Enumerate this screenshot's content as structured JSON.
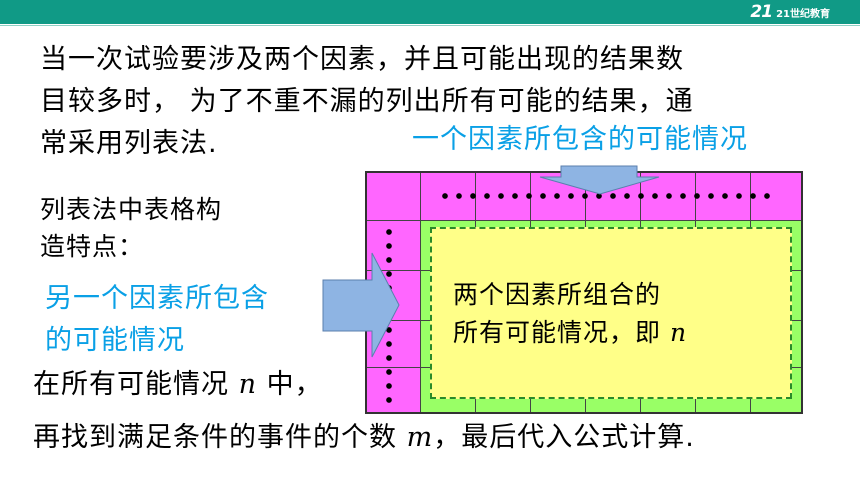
{
  "header": {
    "logo_text": "21世纪教育",
    "logo_mark": "21"
  },
  "colors": {
    "header": "#109a86",
    "accent_blue": "#0aa0e6",
    "table_pink": "#ff66ff",
    "table_green": "#99ff66",
    "table_inner": "#ffff88",
    "arrow": "#8eb4e3"
  },
  "intro": {
    "line1": "当一次试验要涉及两个因素，并且可能出现的结果数",
    "line2": "目较多时， 为了不重不漏的列出所有可能的结果，通",
    "line3": "常采用列表法."
  },
  "feature": {
    "line1": "列表法中表格构",
    "line2": "造特点："
  },
  "labels": {
    "top_factor": "一个因素所包含的可能情况",
    "side_factor_1": "另一个因素所包含",
    "side_factor_2": "的可能情况",
    "combo_1": "两个因素所组合的",
    "combo_2a": "所有可能情况，即 ",
    "combo_var": "n"
  },
  "conclusion": {
    "line1a": "在所有可能情况 ",
    "line1_var": "n",
    "line1b": " 中，",
    "line2a": "再找到满足条件的事件的个数 ",
    "line2_var": "m",
    "line2b": "，最后代入公式计算."
  }
}
